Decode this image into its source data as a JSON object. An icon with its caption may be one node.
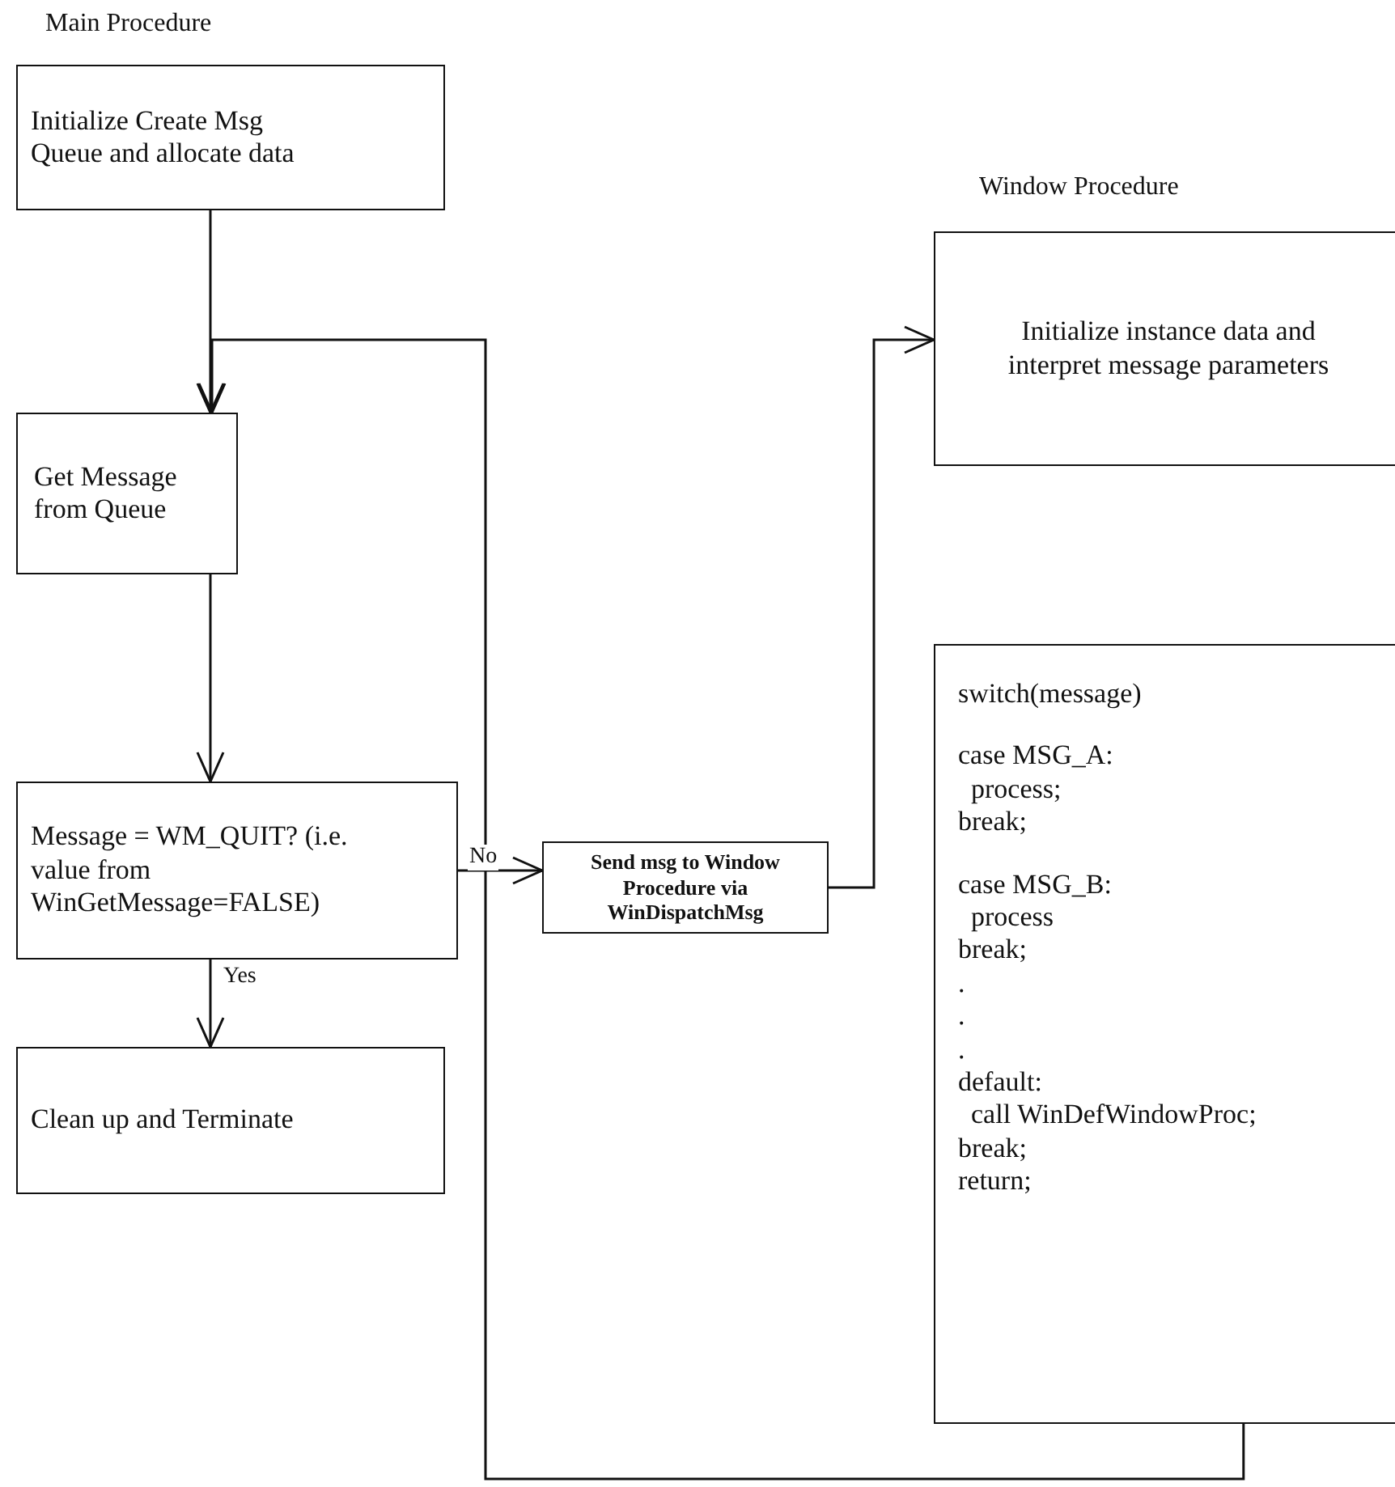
{
  "diagram": {
    "nodes": [
      {
        "text": [
          "Main Procedure",
          "Initialize Create Msg Queue and allocate data"
        ]
      },
      {
        "text": [
          "Get Message from Queue"
        ]
      },
      {
        "text": [
          "Message = WM_QUIT? (i.e. value from WinGetMessage=FALSE)"
        ]
      },
      {
        "text": [
          "Clean up and Terminate"
        ]
      },
      {
        "text": [
          "Send msg to Window Procedure via WinDispatchMsg"
        ]
      },
      {
        "text": [
          "Window Procedure",
          "Initialize instance data and interpret message parameters"
        ]
      },
      {
        "text": [
          "switch(message)",
          "case MSG_A:",
          "process;",
          "break;",
          "case MSG_B:",
          "process",
          "break;",
          ".",
          ".",
          ".",
          "default:",
          "call WinDefWindowProc;",
          "break;",
          "return;"
        ]
      }
    ],
    "edges": [
      {
        "from": 0,
        "to": 1,
        "arrow": "to"
      },
      {
        "from": 1,
        "to": 2,
        "arrow": "to"
      },
      {
        "from": 2,
        "to": 4,
        "arrow": "to",
        "label": "No"
      },
      {
        "from": 2,
        "to": 3,
        "arrow": "to",
        "label": "Yes"
      },
      {
        "from": 4,
        "to": 5,
        "arrow": "to"
      },
      {
        "from": 6,
        "to": 1,
        "arrow": "to"
      }
    ]
  }
}
